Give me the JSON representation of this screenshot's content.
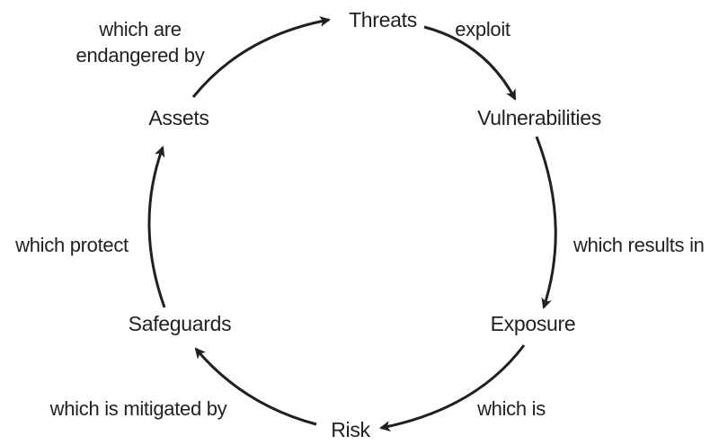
{
  "nodes": {
    "threats": "Threats",
    "vulnerabilities": "Vulnerabilities",
    "exposure": "Exposure",
    "risk": "Risk",
    "safeguards": "Safeguards",
    "assets": "Assets"
  },
  "edges": {
    "threats_to_vulnerabilities": "exploit",
    "vulnerabilities_to_exposure": "which results in",
    "exposure_to_risk": "which is",
    "risk_to_safeguards": "which is mitigated by",
    "safeguards_to_assets": "which protect",
    "assets_to_threats_line1": "which are",
    "assets_to_threats_line2": "endangered by"
  },
  "colors": {
    "stroke": "#231f20",
    "text": "#231f20",
    "background": "#ffffff"
  }
}
